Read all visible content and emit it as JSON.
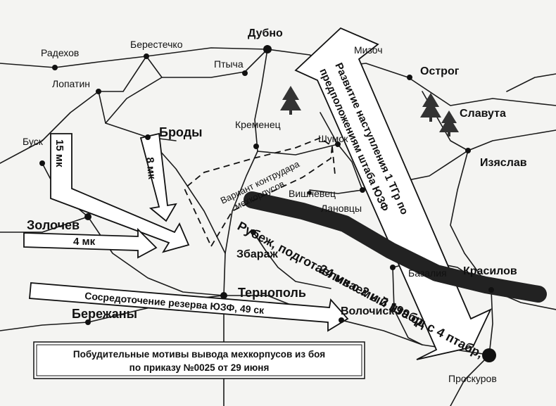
{
  "cities": {
    "dubno": "Дубно",
    "radekhov": "Радехов",
    "berestechko": "Берестечко",
    "mizoch": "Мизоч",
    "ptych": "Птыча",
    "ostrog": "Острог",
    "lopatin": "Лопатин",
    "slavuta": "Славута",
    "brody": "Броды",
    "kremenets": "Кременец",
    "busk": "Буск",
    "shumsk": "Шумск",
    "izyaslav": "Изяслав",
    "vishnevets": "Вишневец",
    "lanovtsy": "Лановцы",
    "zolochev": "Золочев",
    "zbarazh": "Збараж",
    "bazaliya": "Базалия",
    "krasilov": "Красилов",
    "ternopol": "Тернополь",
    "berezhany": "Бережаны",
    "volochisk": "Волочиск",
    "proskurov": "Проскуров"
  },
  "arrows": {
    "mk15": "15 мк",
    "mk8": "8 мк",
    "mk4": "4 мк",
    "reserve": "Сосредоточение резерва ЮЗФ, 49 ск",
    "main_line1": "Развитие наступления 1 ТГр по",
    "main_line2": "предположениям штаба ЮЗФ"
  },
  "counterattack": {
    "line1": "Вариант контрудара",
    "line2": "мехкорпусов"
  },
  "defense_line": {
    "line1": "Рубеж, подготавливаемый 199 сд с 4 птабр,",
    "line2": "24 мк с 2 и 3 птабр."
  },
  "caption": {
    "line1": "Побудительные мотивы вывода мехкорпусов  из боя",
    "line2": "по приказу №0025 от 29 июня"
  },
  "icons": [
    "tree-icon"
  ]
}
